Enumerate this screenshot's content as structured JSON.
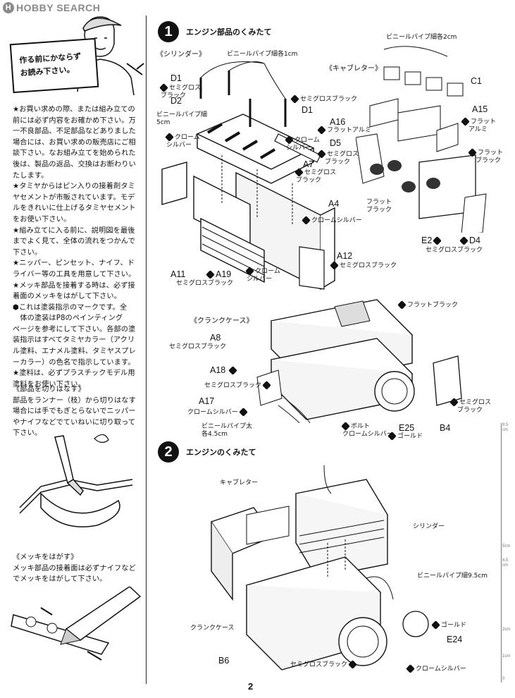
{
  "watermark": {
    "text": "HOBBY SEARCH",
    "icon": "H"
  },
  "sign": {
    "line1": "作る前にかならず",
    "line2": "お読み下さい。"
  },
  "notes": [
    "★お買い求めの際、または組み立ての",
    "前には必ず内容をお確かめ下さい。万",
    "一不良部品、不足部品などありました",
    "場合には、お買い求めの販売店にご相",
    "談下さい。なお組み立てを始められた",
    "後は、製品の返品、交換はお断わりい",
    "たします。",
    "★タミヤからはピン入りの接着剤タミ",
    "ヤセメントが市販されています。モデ",
    "ルをきれいに仕上げるタミヤセメント",
    "をお使い下さい。",
    "★組み立てに入る前に、説明図を最後",
    "までよく見て、全体の流れをつかんで",
    "下さい。",
    "★ニッパー、ピンセット、ナイフ、ド",
    "ライバー等の工具を用意して下さい。",
    "★メッキ部品を接着する時は、必ず接",
    "着面のメッキをはがして下さい。",
    "⬢これは塗装指示のマークです。全",
    "　体の塗装はP8のペインティング",
    "ページを参考にして下さい。各部の塗",
    "装指示はすべてタミヤカラー（アクリ",
    "ル塗料、エナメル塗料、タミヤスプレ",
    "ーカラー）の色名で指示しています。",
    "★塗料は、必ずプラスチックモデル用",
    "塗料をお使い下さい。"
  ],
  "cutting": {
    "title": "《部品を切りはなす》",
    "lines": [
      "部品をランナー（枝）から切りはなす",
      "場合には手でもぎとらないでニッパー",
      "やナイフなどでていねいに切り取って",
      "下さい。"
    ]
  },
  "plating": {
    "title": "《メッキをはがす》",
    "lines": [
      "メッキ部品の接着面は必ずナイフなど",
      "でメッキをはがして下さい。"
    ]
  },
  "step1": {
    "number": "1",
    "title": "エンジン部品のくみたて",
    "cylinder": "《シリンダー》",
    "carburetor": "《キャブレター》",
    "crankcase": "《クランクケース》"
  },
  "step2": {
    "number": "2",
    "title": "エンジンのくみたて"
  },
  "labels": {
    "vinyl1cm": "ビニールパイプ細各1cm",
    "vinyl2cm": "ビニールパイプ細各2cm",
    "vinyl5cm_a": "ビニールパイプ細",
    "vinyl5cm_b": "5cm",
    "semigloss_black": "セミグロスブラック",
    "semigloss_b1": "セミグロス",
    "semigloss_b2": "ブラック",
    "chrome1": "クローム",
    "chrome2": "シルバー",
    "chrome_silver": "クロームシルバー",
    "flat_aluminum": "フラットアルミ",
    "flat1": "フラット",
    "aluminum": "アルミ",
    "black": "ブラック",
    "flat_black": "フラットブラック",
    "gold": "ゴールド",
    "bolt": "ボルト",
    "vinyl_thick1": "ビニールパイプ太",
    "vinyl_thick2": "各4.5cm",
    "carb": "キャブレター",
    "cyl": "シリンダー",
    "vinyl95": "ビニールパイプ細9.5cm",
    "crank": "クランクケース"
  },
  "parts": {
    "D1a": "D1",
    "D2": "D2",
    "D1b": "D1",
    "A7": "A7",
    "A4": "A4",
    "A12": "A12",
    "A11": "A11",
    "A19": "A19",
    "C1": "C1",
    "A16": "A16",
    "A15": "A15",
    "D5": "D5",
    "E2": "E2",
    "D4": "D4",
    "A8": "A8",
    "A18": "A18",
    "A17": "A17",
    "E25": "E25",
    "B4": "B4",
    "E24": "E24",
    "B6": "B6"
  },
  "ruler": {
    "t95": "9.5",
    "t95u": "cm",
    "t5": "5cm",
    "t45": "4.5",
    "t45u": "cm",
    "t2": "2cm",
    "t1": "1cm",
    "t0": "0"
  },
  "page_number": "2"
}
